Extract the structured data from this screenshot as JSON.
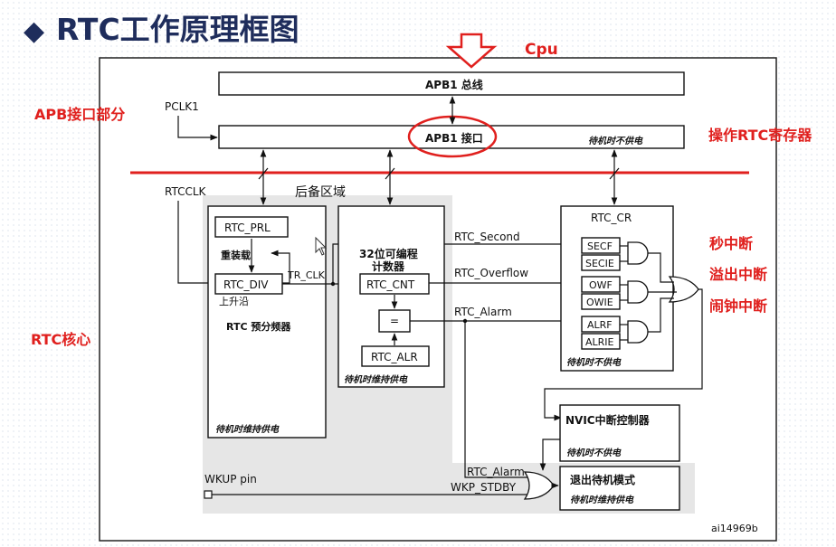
{
  "title": "RTC工作原理框图",
  "title_bullet": "◆",
  "annotations": {
    "cpu": "Cpu",
    "apb_part": "APB接口部分",
    "op_reg": "操作RTC寄存器",
    "rtc_core": "RTC核心",
    "sec_int": "秒中断",
    "ovf_int": "溢出中断",
    "alarm_int": "闹钟中断"
  },
  "diagram": {
    "apb1_bus": "APB1 总线",
    "apb1_if": "APB1 接口",
    "standby_off": "待机时不供电",
    "pclk1": "PCLK1",
    "rtcclk": "RTCCLK",
    "backup_domain": "后备区域",
    "rtc_prl": "RTC_PRL",
    "reload": "重装载",
    "rtc_div": "RTC_DIV",
    "rising_edge": "上升沿",
    "tr_clk": "TR_CLK",
    "prescaler": "RTC 预分频器",
    "standby_keep": "待机时维持供电",
    "counter_title_1": "32位可编程",
    "counter_title_2": "计数器",
    "rtc_cnt": "RTC_CNT",
    "eq": "=",
    "rtc_alr": "RTC_ALR",
    "rtc_second": "RTC_Second",
    "rtc_overflow": "RTC_Overflow",
    "rtc_alarm": "RTC_Alarm",
    "rtc_cr": "RTC_CR",
    "secf": "SECF",
    "secie": "SECIE",
    "owf": "OWF",
    "owie": "OWIE",
    "alrf": "ALRF",
    "alrie": "ALRIE",
    "nvic": "NVIC中断控制器",
    "wkup_pin": "WKUP pin",
    "wkp_stdby": "WKP_STDBY",
    "rtc_alarm2": "RTC_Alarm",
    "exit_standby": "退出待机模式",
    "figure_id": "ai14969b"
  }
}
